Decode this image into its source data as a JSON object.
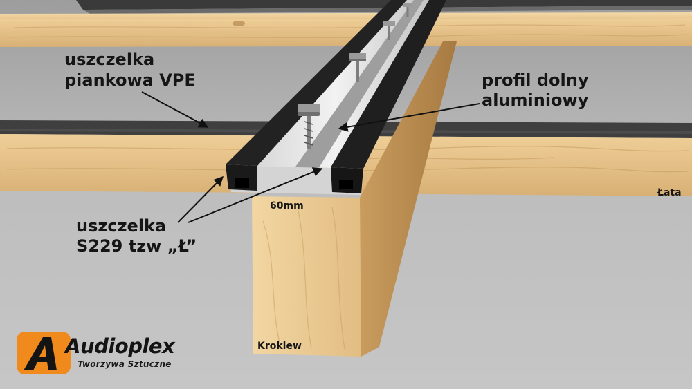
{
  "labels": {
    "vpe_line1": "uszczelka",
    "vpe_line2": "piankowa VPE",
    "profile_line1": "profil dolny",
    "profile_line2": "aluminiowy",
    "s229_line1": "uszczelka",
    "s229_line2": "S229 tzw „Ł”",
    "width": "60mm",
    "batten": "Łata",
    "rafter": "Krokiew"
  },
  "logo": {
    "brand": "Audioplex",
    "tagline": "Tworzywa Sztuczne"
  },
  "colors": {
    "wood": "#e6c48c",
    "wood_dark": "#c9a063",
    "background": "#b9b9b9",
    "foam_tape": "#3d3d3d",
    "aluminium": "#dcdcdc",
    "gasket": "#1c1c1c",
    "logo_orange": "#f08a1c"
  }
}
